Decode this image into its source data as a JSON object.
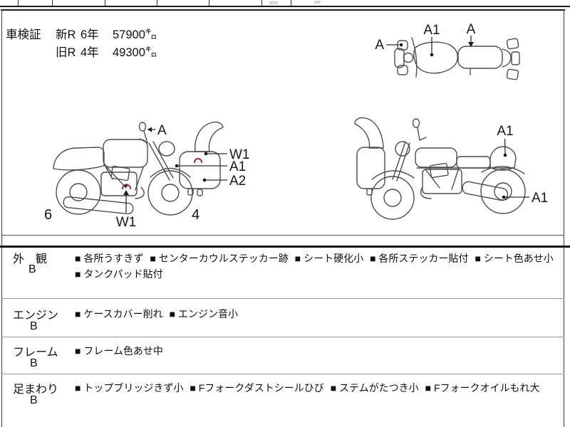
{
  "certificate": {
    "title": "車検証",
    "rows": [
      {
        "label": "新R",
        "years": "6年",
        "distance": "57900㌔"
      },
      {
        "label": "旧R",
        "years": "4年",
        "distance": "49300㌔"
      }
    ]
  },
  "diagrams": {
    "top_view": {
      "mirror_label": "A",
      "tank_label": "A1",
      "seat_label": "A"
    },
    "left_side": {
      "mirror_label": "A",
      "cowl_upper_label": "W1",
      "cowl_mid_label": "A1",
      "cowl_lower_label": "A2",
      "engine_label": "W1",
      "rear_wheel_grade": "6",
      "front_wheel_grade": "4"
    },
    "right_side": {
      "tail_label": "A1",
      "muffler_label": "A1"
    }
  },
  "condition_rows": [
    {
      "category": "外　観",
      "grade": "B",
      "notes": [
        "■ 各所うすきず",
        "■ センターカウルステッカー跡",
        "■ シート硬化小",
        "■ 各所ステッカー貼付",
        "■ シート色あせ小",
        "■ タンクパッド貼付"
      ]
    },
    {
      "category": "エンジン",
      "grade": "B",
      "notes": [
        "■ ケースカバー削れ",
        "■ エンジン音小"
      ]
    },
    {
      "category": "フレーム",
      "grade": "B",
      "notes": [
        "■ フレーム色あせ中"
      ]
    },
    {
      "category": "足まわり",
      "grade": "B",
      "notes": [
        "■ トップブリッジきず小",
        "■ Fフォークダストシールひび",
        "■ ステムがたつき小",
        "■ Fフォークオイルもれ大"
      ]
    }
  ],
  "colors": {
    "line_art": "#4d4d4d",
    "leader": "#2e2e2e",
    "damage_mark_red": "#993b48",
    "border": "#1c1c1c",
    "row_divider": "#9a9a9a"
  }
}
